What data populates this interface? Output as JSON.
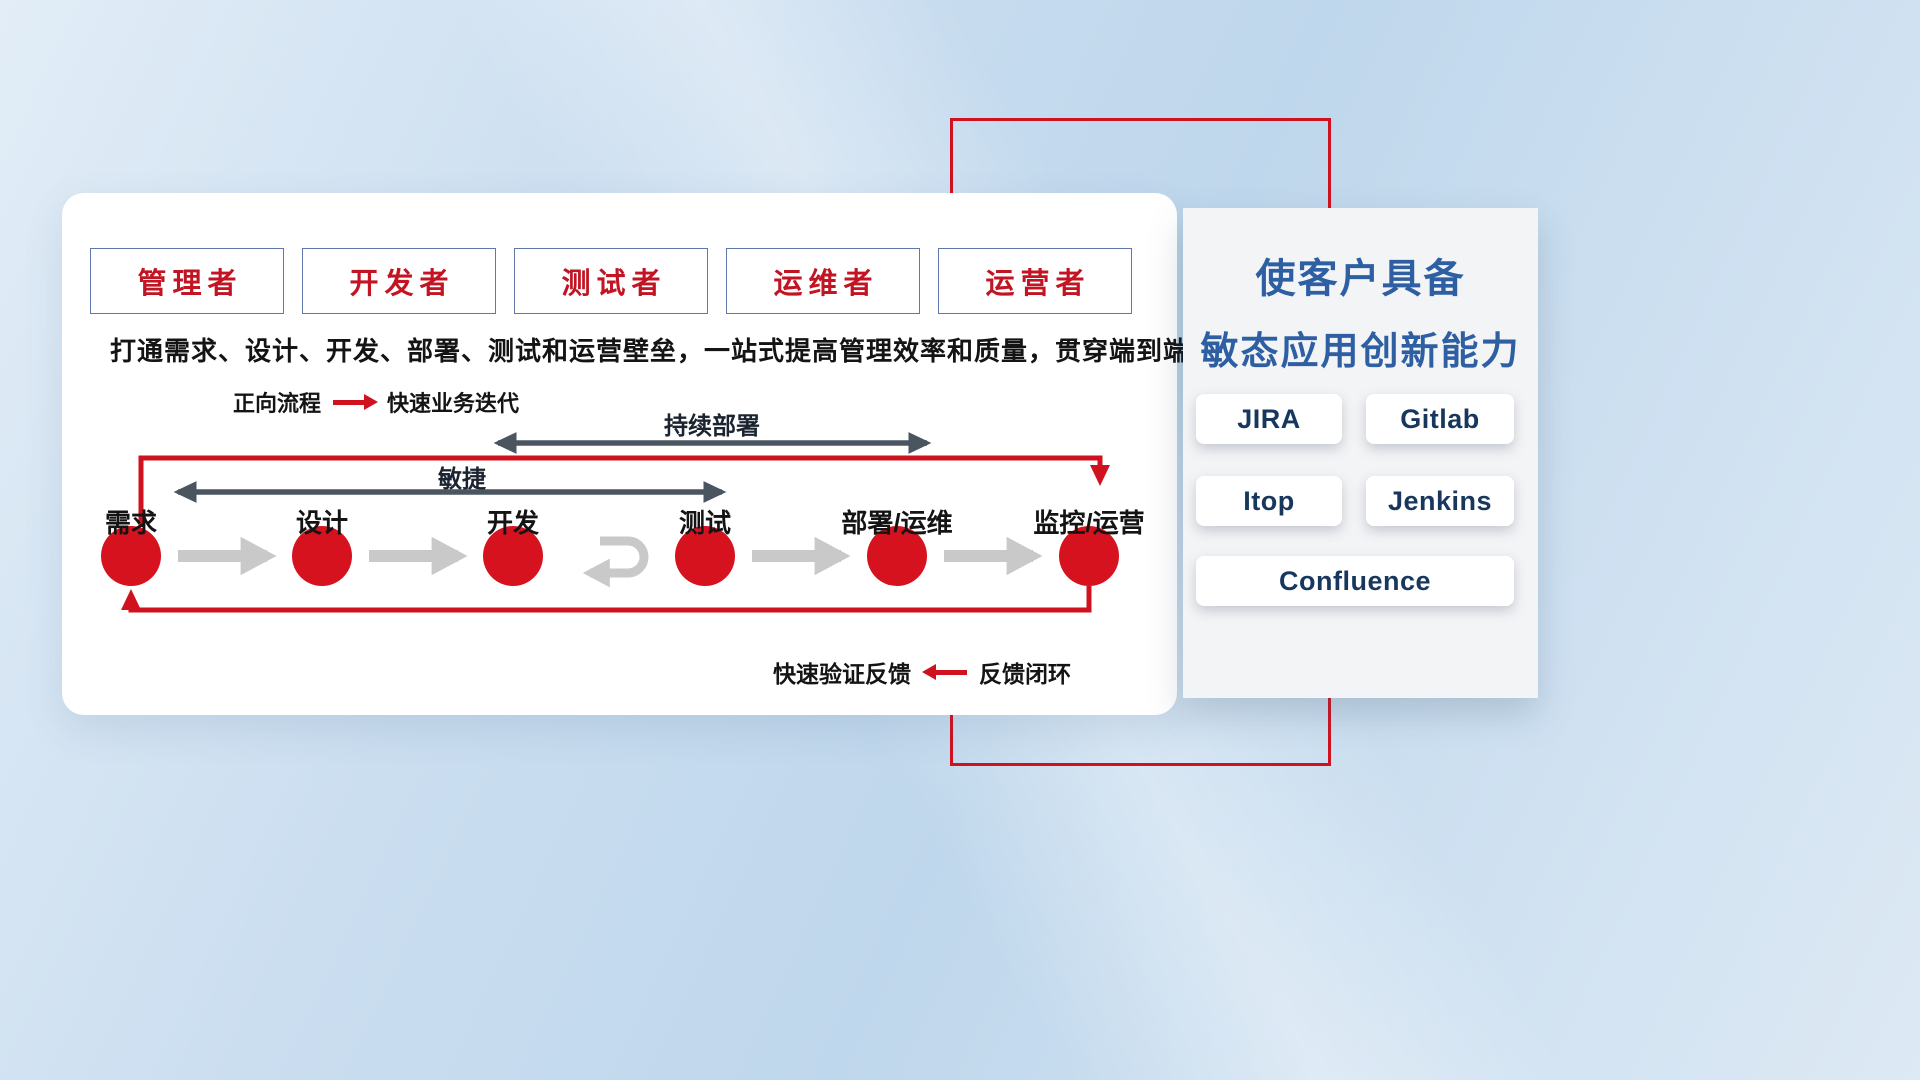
{
  "diagram": {
    "roles": [
      "管理者",
      "开发者",
      "测试者",
      "运维者",
      "运营者"
    ],
    "description": "打通需求、设计、开发、部署、测试和运营壁垒，一站式提高管理效率和质量，贯穿端到端全流程",
    "forward_legend": {
      "label": "正向流程",
      "text": "快速业务迭代"
    },
    "continuous_deploy_label": "持续部署",
    "agile_label": "敏捷",
    "nodes": [
      "需求",
      "设计",
      "开发",
      "测试",
      "部署/运维",
      "监控/运营"
    ],
    "feedback_legend": {
      "label": "快速验证反馈",
      "text": "反馈闭环"
    }
  },
  "side_panel": {
    "title_line1": "使客户具备",
    "title_line2": "敏态应用创新能力",
    "tools": [
      "JIRA",
      "Gitlab",
      "Itop",
      "Jenkins",
      "Confluence"
    ]
  },
  "colors": {
    "accent_red": "#d0121f",
    "node_red": "#d6121f",
    "dark_arrow": "#4a5560",
    "light_arrow": "#c9c9c9",
    "title_blue": "#2e5fa3",
    "tool_text": "#17375e",
    "role_text": "#c21422",
    "role_border": "#6077ab"
  }
}
